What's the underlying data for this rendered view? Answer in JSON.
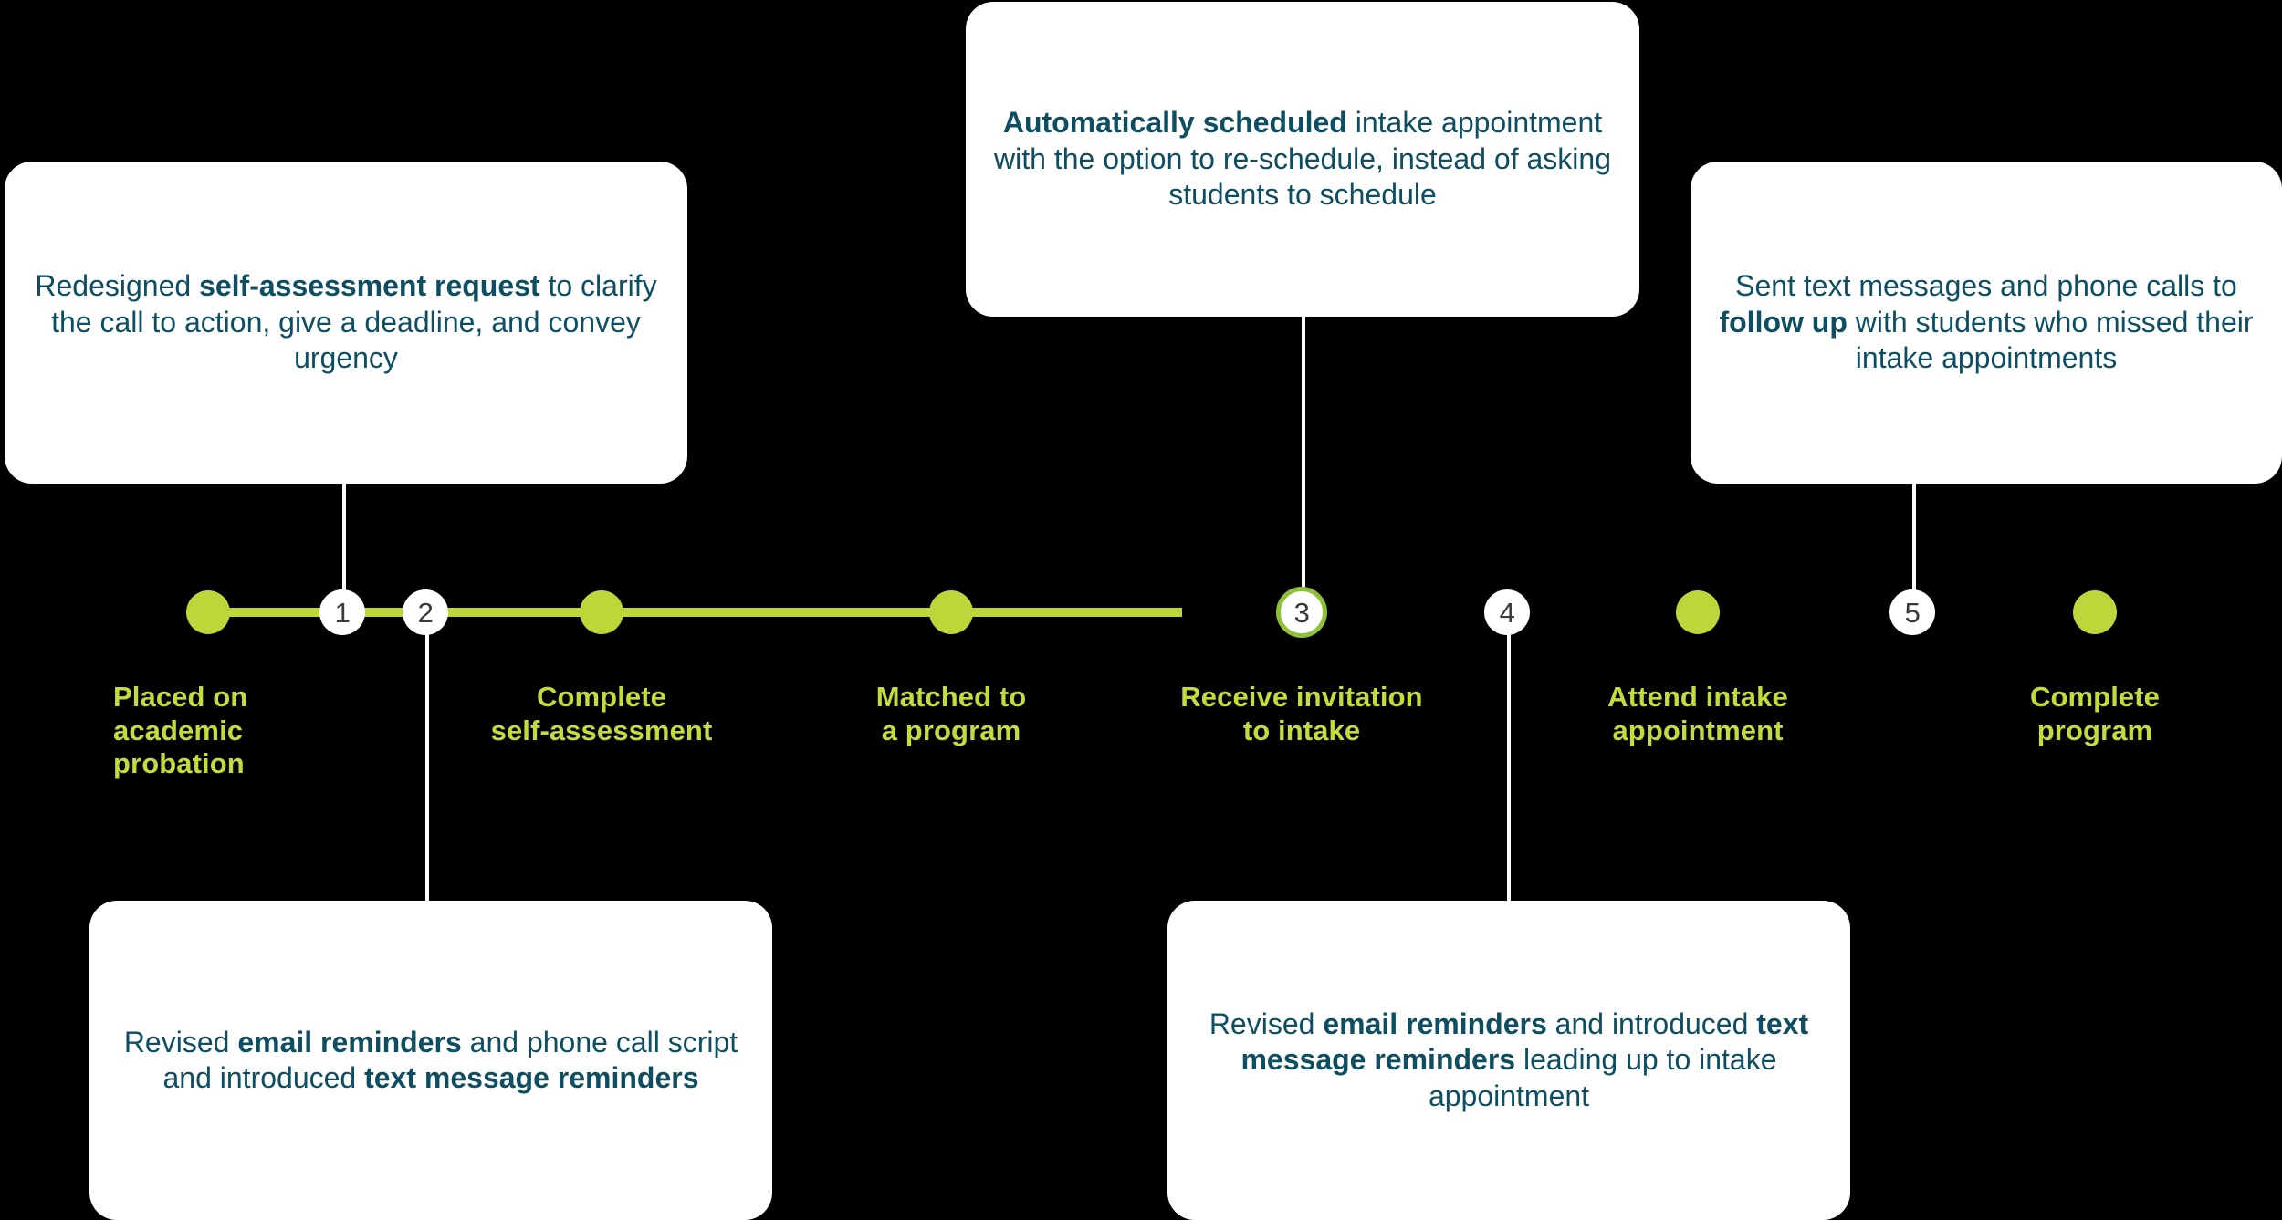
{
  "colors": {
    "background": "#000000",
    "timeline_green": "#BDD639",
    "label_green": "#C2DC3C",
    "callout_bg": "#FFFFFF",
    "callout_text": "#0D4E62",
    "marker_number": "#3A3A3A",
    "marker_ring": "#8FC03A"
  },
  "timeline": {
    "steps": [
      {
        "id": "step-1",
        "label": "Placed on\nacademic\nprobation"
      },
      {
        "id": "step-2",
        "label": "Complete\nself-assessment"
      },
      {
        "id": "step-3",
        "label": "Matched to\na program"
      },
      {
        "id": "step-4",
        "label": "Receive invitation\nto intake"
      },
      {
        "id": "step-5",
        "label": "Attend intake\nappointment"
      },
      {
        "id": "step-6",
        "label": "Complete\nprogram"
      }
    ],
    "markers": [
      {
        "id": "marker-1",
        "number": "1",
        "ringed": false
      },
      {
        "id": "marker-2",
        "number": "2",
        "ringed": false
      },
      {
        "id": "marker-3",
        "number": "3",
        "ringed": true
      },
      {
        "id": "marker-4",
        "number": "4",
        "ringed": false
      },
      {
        "id": "marker-5",
        "number": "5",
        "ringed": false
      }
    ]
  },
  "callouts": {
    "intervention_1": {
      "id": "callout-self-assessment-request",
      "html": "Redesigned <b>self-assessment request</b> to clarify the call to action, give a deadline, and convey urgency",
      "plain": "Redesigned self-assessment request to clarify the call to action, give a deadline, and convey urgency"
    },
    "intervention_2": {
      "id": "callout-email-reminders-left",
      "html": "Revised <b>email reminders</b> and phone call script and introduced <b>text message reminders</b>",
      "plain": "Revised email reminders and phone call script and introduced text message reminders"
    },
    "intervention_3": {
      "id": "callout-automatically-scheduled",
      "html": "<b>Automatically scheduled</b> intake appointment with the option to re-schedule, instead of asking students to schedule",
      "plain": "Automatically scheduled intake appointment with the option to re-schedule, instead of asking students to schedule"
    },
    "intervention_4": {
      "id": "callout-email-reminders-right",
      "html": "Revised <b>email reminders</b> and introduced  <b>text message reminders</b> leading up to intake appointment",
      "plain": "Revised email reminders and introduced text message reminders leading up to intake appointment"
    },
    "intervention_5": {
      "id": "callout-follow-up",
      "html": "Sent text messages and phone calls to <b>follow up</b> with students who missed their intake appointments",
      "plain": "Sent text messages and phone calls to follow up with students who missed their intake appointments"
    }
  }
}
